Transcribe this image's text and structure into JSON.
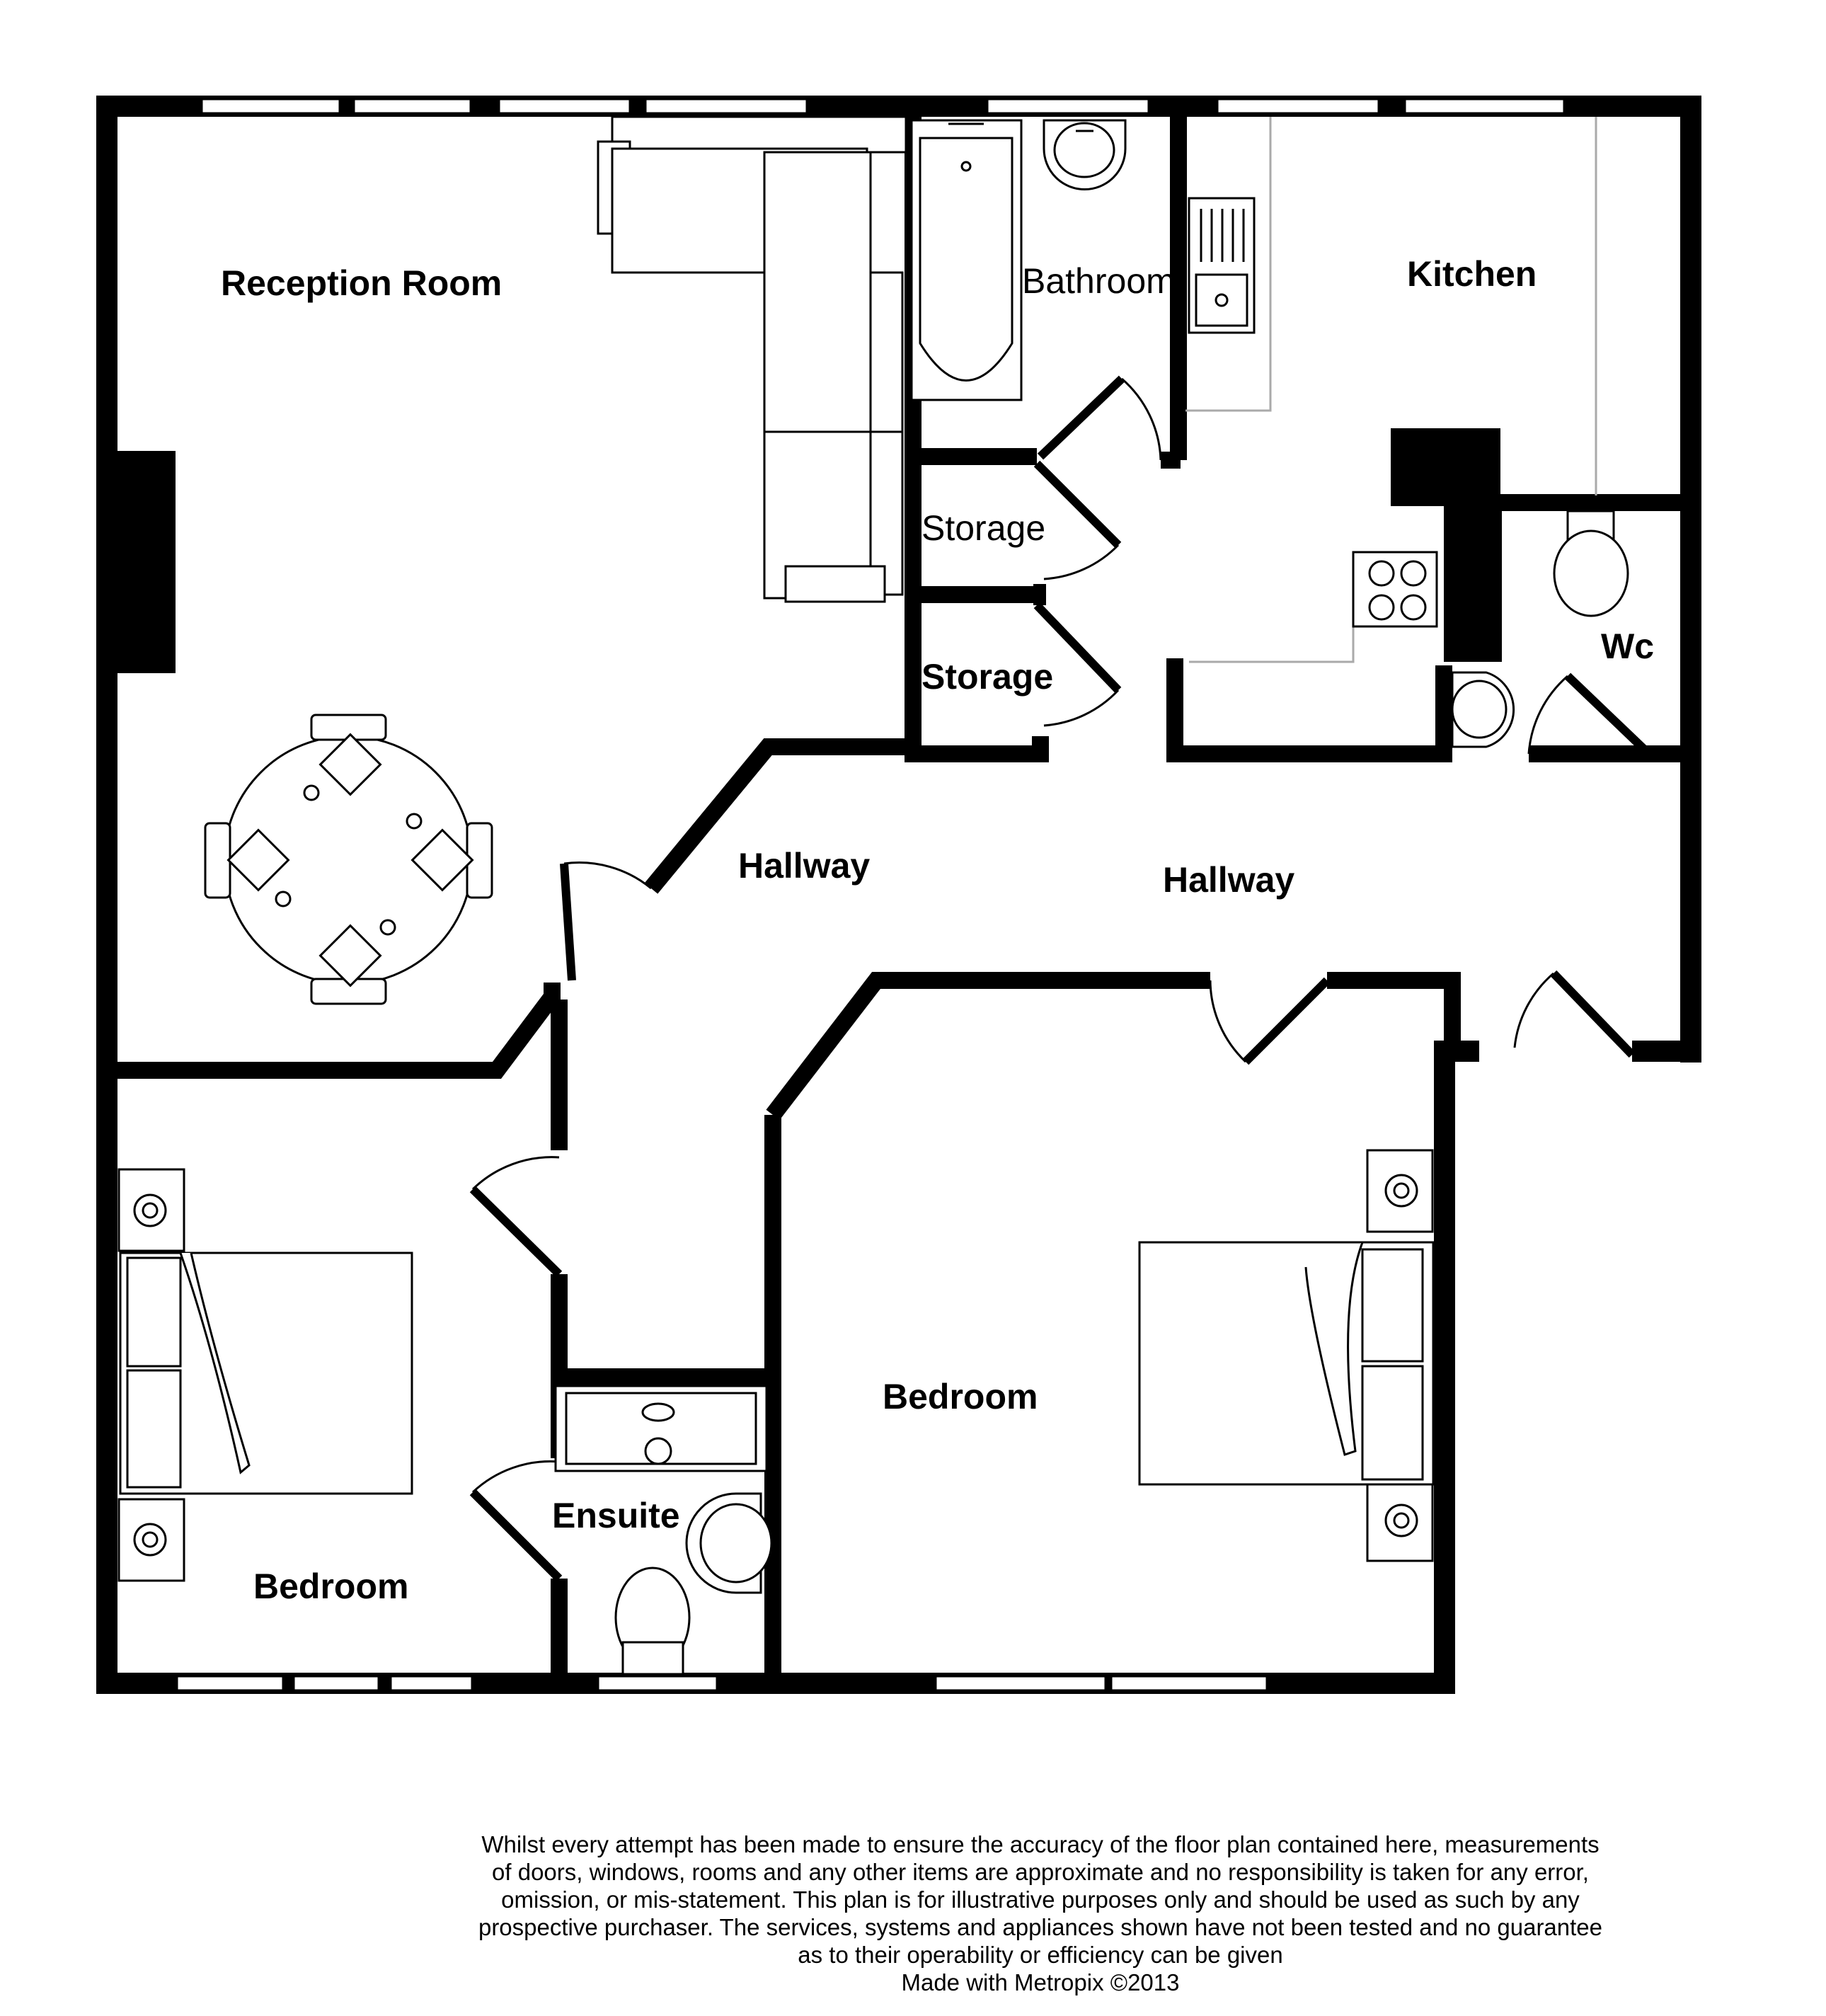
{
  "rooms": {
    "reception": "Reception Room",
    "bathroom": "Bathroom",
    "kitchen": "Kitchen",
    "storage_1": "Storage",
    "storage_2": "Storage",
    "wc": "Wc",
    "hallway_1": "Hallway",
    "hallway_2": "Hallway",
    "bedroom_left": "Bedroom",
    "bedroom_right": "Bedroom",
    "ensuite": "Ensuite"
  },
  "disclaimer": {
    "lines": [
      "Whilst every attempt has been made to ensure the accuracy of the floor plan contained here, measurements",
      "of doors, windows, rooms and any other items are approximate and no responsibility is taken for any error,",
      "omission, or mis-statement. This plan is for illustrative purposes only and should be used as such by any",
      "prospective purchaser. The services, systems and appliances shown have not been tested and no guarantee",
      "as to their operability or efficiency can be given"
    ],
    "credit": "Made with Metropix ©2013"
  }
}
